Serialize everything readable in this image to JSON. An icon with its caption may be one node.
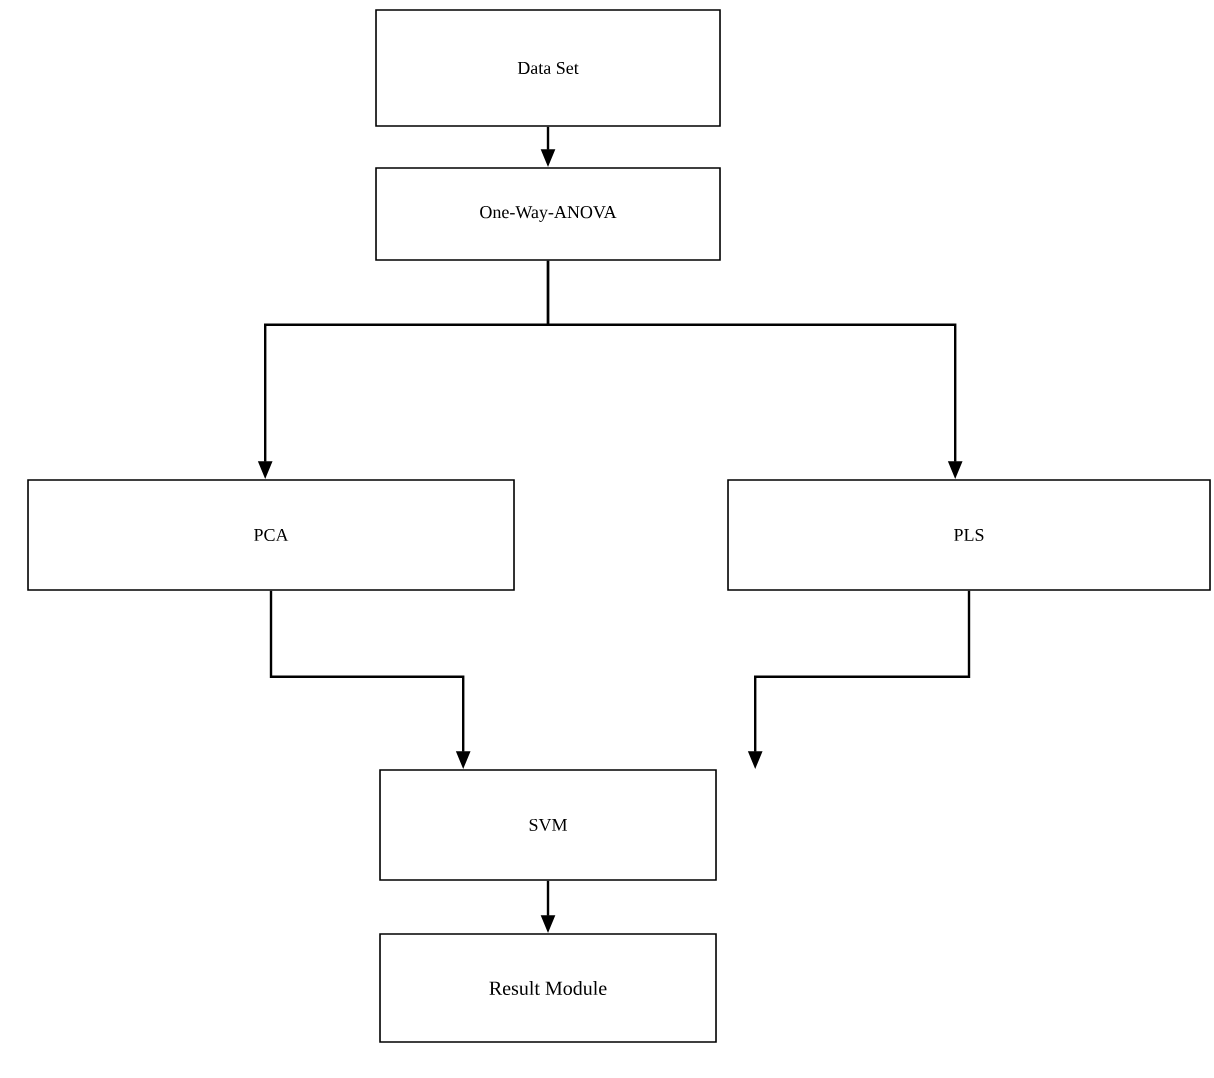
{
  "diagram": {
    "nodes": [
      {
        "text": [
          "Data Set"
        ]
      },
      {
        "text": [
          "One-Way-ANOVA"
        ]
      },
      {
        "text": [
          "PCA"
        ]
      },
      {
        "text": [
          "PLS"
        ]
      },
      {
        "text": [
          "SVM"
        ]
      },
      {
        "text": [
          "Result Module"
        ]
      }
    ],
    "edges": [
      {
        "from": 0,
        "to": 1,
        "arrow": "to"
      },
      {
        "from": 1,
        "to": 2,
        "arrow": "to"
      },
      {
        "from": 1,
        "to": 3,
        "arrow": "to"
      },
      {
        "from": 2,
        "to": 4,
        "arrow": "to"
      },
      {
        "from": 3,
        "to": 4,
        "arrow": "to"
      },
      {
        "from": 4,
        "to": 5,
        "arrow": "to"
      }
    ]
  }
}
